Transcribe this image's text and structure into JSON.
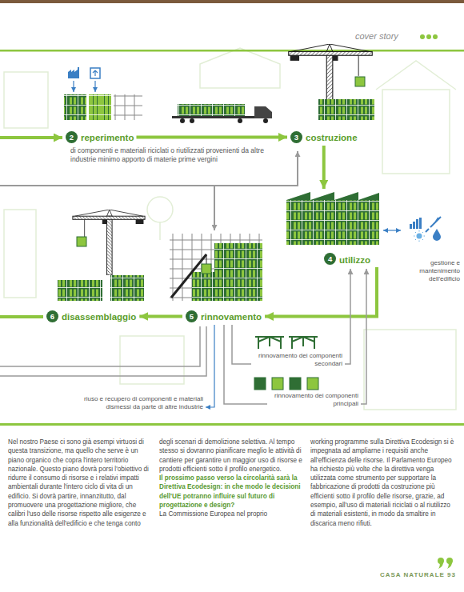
{
  "diagram": {
    "nodes": [
      {
        "text": [
          "2",
          "reperimento"
        ]
      },
      {
        "text": [
          "3",
          "costruzione"
        ]
      },
      {
        "text": [
          "4",
          "utilizzo"
        ]
      },
      {
        "text": [
          "gestione e mantenimento dell'edificio"
        ]
      },
      {
        "text": [
          "5",
          "rinnovamento"
        ]
      },
      {
        "text": [
          "6",
          "disassemblaggio"
        ]
      },
      {
        "text": [
          "rinnovamento dei componenti secondari"
        ]
      },
      {
        "text": [
          "rinnovamento dei componenti principali"
        ]
      },
      {
        "text": [
          "riuso e recupero di componenti e materiali dismessi da parte di altre industrie"
        ]
      }
    ],
    "edges": [
      {
        "from": 0,
        "to": 1,
        "arrow": "to"
      },
      {
        "from": 1,
        "to": 2,
        "arrow": "to"
      },
      {
        "from": 2,
        "to": 4,
        "arrow": "to"
      },
      {
        "from": 4,
        "to": 5,
        "arrow": "to"
      },
      {
        "from": 2,
        "to": 3,
        "arrow": "both"
      },
      {
        "from": 4,
        "to": 6,
        "arrow": "none"
      },
      {
        "from": 6,
        "to": 2,
        "arrow": "to"
      },
      {
        "from": 4,
        "to": 7,
        "arrow": "none"
      },
      {
        "from": 7,
        "to": 2,
        "arrow": "to"
      },
      {
        "from": 4,
        "to": 8,
        "arrow": "to"
      }
    ],
    "labels": [
      "cover story",
      "di componenti e materiali riciclati o riutilizzati provenienti da altre industrie minimo apporto di materie prime vergini",
      "Nel nostro Paese ci sono già esempi virtuosi di questa transizione, ma quello che serve è un piano organico che copra l'intero territorio nazionale. Questo piano dovrà porsi l'obiettivo di ridurre il consumo di risorse e i relativi impatti ambientali durante l'intero ciclo di vita di un edificio. Si dovrà partire, innanzitutto, dal promuovere una progettazione migliore, che calibri l'uso delle risorse rispetto alle esigenze e alla funzionalità dell'edificio e che tenga conto",
      "degli scenari di demolizione selettiva. Al tempo stesso si dovranno pianificare meglio le attività di cantiere per garantire un maggior uso di risorse e prodotti efficienti sotto il profilo energetico.",
      "Il prossimo passo verso la circolarità sarà la Direttiva Ecodesign: in che modo le decisioni dell'UE potranno influire sul futuro di progettazione e design?",
      "La Commissione Europea nel proprio",
      "working programme sulla Direttiva Ecodesign si è impegnata ad ampliarne i requisiti anche all'efficienza delle risorse. Il Parlamento Europeo ha richiesto più volte che la direttiva venga utilizzata come strumento per supportare la fabbricazione di prodotti da costruzione più efficienti sotto il profilo delle risorse, grazie, ad esempio, all'uso di materiali riciclati o al riutilizzo di materiali esistenti, in modo da smaltire in discarica meno rifiuti.",
      "CASA NATURALE 93"
    ]
  }
}
